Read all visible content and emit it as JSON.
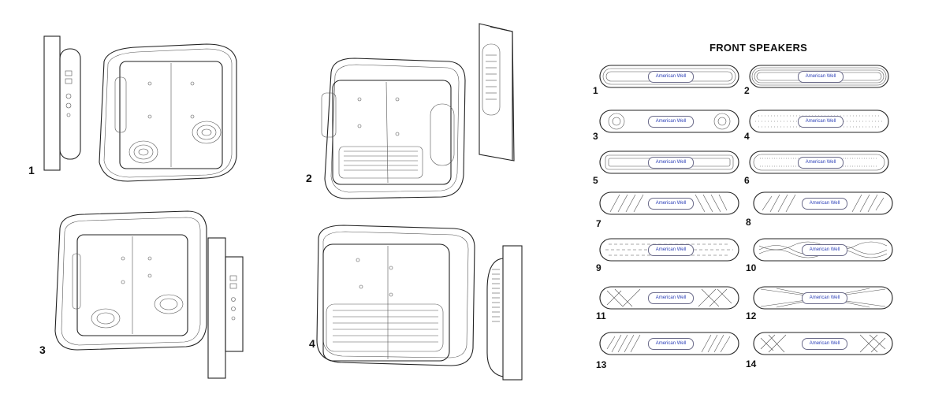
{
  "front_speakers": {
    "heading": "FRONT SPEAKERS",
    "brand": "American Well",
    "variants": [
      {
        "label": "1",
        "pattern": "concentric-oval"
      },
      {
        "label": "2",
        "pattern": "concentric-oval-dense"
      },
      {
        "label": "3",
        "pattern": "circle-ends"
      },
      {
        "label": "4",
        "pattern": "dot-grid"
      },
      {
        "label": "5",
        "pattern": "concentric-rect"
      },
      {
        "label": "6",
        "pattern": "dot-rows"
      },
      {
        "label": "7",
        "pattern": "diagonal-fan"
      },
      {
        "label": "8",
        "pattern": "diagonal-sweep"
      },
      {
        "label": "9",
        "pattern": "dashes"
      },
      {
        "label": "10",
        "pattern": "crosshatch-wave"
      },
      {
        "label": "11",
        "pattern": "crosshatch"
      },
      {
        "label": "12",
        "pattern": "radial-sunburst"
      },
      {
        "label": "13",
        "pattern": "diagonal-dense"
      },
      {
        "label": "14",
        "pattern": "diamond-grid"
      }
    ]
  },
  "device_views": [
    {
      "label": "1"
    },
    {
      "label": "2"
    },
    {
      "label": "3"
    },
    {
      "label": "4"
    }
  ],
  "colors": {
    "line": "#222222",
    "brand_text": "#2b3fb8",
    "background": "#ffffff"
  }
}
